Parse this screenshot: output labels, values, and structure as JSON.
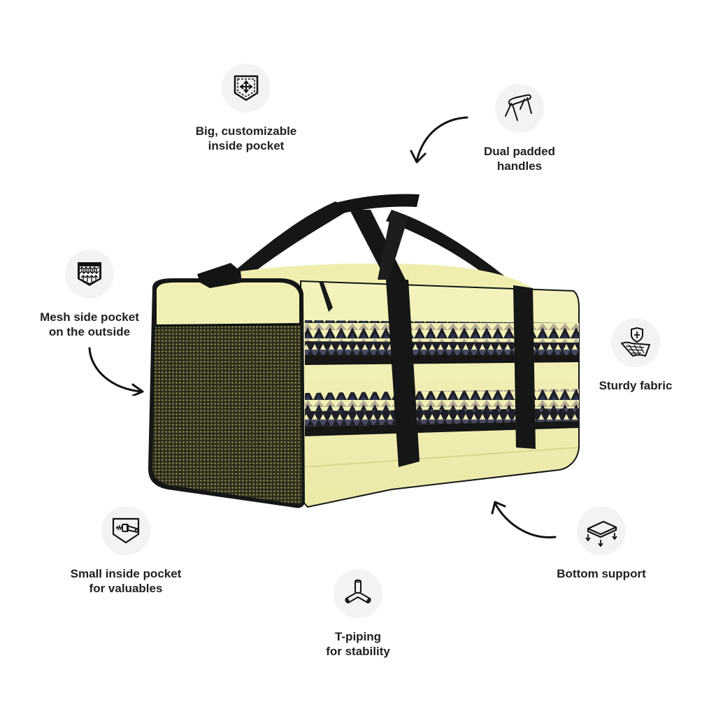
{
  "features": [
    {
      "id": "inside-pocket",
      "line1": "Big, customizable",
      "line2": "inside pocket",
      "icon": "pocket-expand-icon"
    },
    {
      "id": "handles",
      "line1": "Dual padded",
      "line2": "handles",
      "icon": "padded-handle-icon"
    },
    {
      "id": "mesh-pocket",
      "line1": "Mesh side pocket",
      "line2": "on the outside",
      "icon": "mesh-pocket-icon"
    },
    {
      "id": "fabric",
      "line1": "Sturdy fabric",
      "line2": "",
      "icon": "shield-fabric-icon"
    },
    {
      "id": "small-pocket",
      "line1": "Small inside pocket",
      "line2": "for valuables",
      "icon": "zipper-pocket-icon"
    },
    {
      "id": "t-piping",
      "line1": "T-piping",
      "line2": "for stability",
      "icon": "t-piping-icon"
    },
    {
      "id": "bottom-support",
      "line1": "Bottom support",
      "line2": "",
      "icon": "bottom-support-icon"
    }
  ],
  "colors": {
    "bag_body": "#f1f0b4",
    "bag_body_shade": "#e4e3a2",
    "straps": "#161616",
    "mesh": "#3a3a22",
    "pattern_dark": "#1e1f28",
    "pattern_navy": "#2f3550",
    "pattern_tan": "#b7ac94",
    "icon_bg": "#f3f3f3",
    "text": "#1f1f1f"
  }
}
